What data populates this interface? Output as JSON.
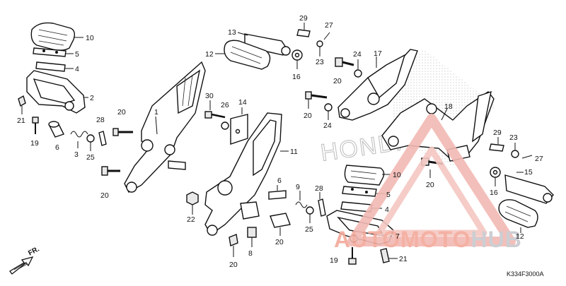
{
  "diagram": {
    "code": "K334F3000A",
    "direction_label": "FR.",
    "watermark": {
      "part1": "AUTO",
      "part2": "MOTO",
      "part3": "HUB"
    },
    "decal_text": "HONDA",
    "callouts": {
      "c10a": "10",
      "c5a": "5",
      "c4a": "4",
      "c2": "2",
      "c21a": "21",
      "c19a": "19",
      "c6a": "6",
      "c3": "3",
      "c25a": "25",
      "c28a": "28",
      "c20a": "20",
      "c1": "1",
      "c20b": "20",
      "c13": "13",
      "c12a": "12",
      "c29a": "29",
      "c27a": "27",
      "c23a": "23",
      "c16a": "16",
      "c24a": "24",
      "c20c": "20",
      "c17": "17",
      "c30": "30",
      "c26": "26",
      "c14": "14",
      "c11": "11",
      "c20d": "20",
      "c24b": "24",
      "c18": "18",
      "c29b": "29",
      "c23b": "23",
      "c27b": "27",
      "c10b": "10",
      "c15": "15",
      "c5b": "5",
      "c4b": "4",
      "c16b": "16",
      "c20e": "20",
      "c6b": "6",
      "c9": "9",
      "c28b": "28",
      "c22": "22",
      "c25b": "25",
      "c20f": "20",
      "c8": "8",
      "c20g": "20",
      "c7": "7",
      "c12b": "12",
      "c19b": "19",
      "c21b": "21"
    }
  }
}
